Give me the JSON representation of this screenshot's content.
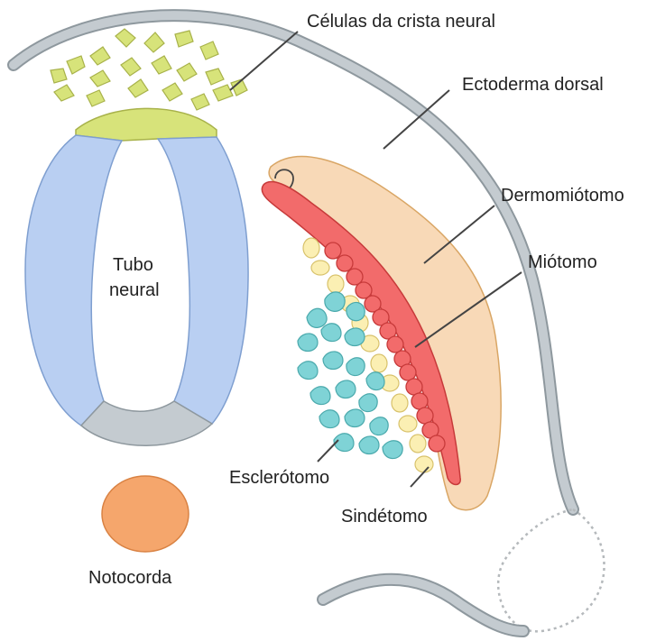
{
  "labels": {
    "neural_crest": "Células da crista neural",
    "dorsal_ectoderm": "Ectoderma dorsal",
    "dermomyotome": "Dermomiótomo",
    "myotome": "Miótomo",
    "neural_tube_line1": "Tubo",
    "neural_tube_line2": "neural",
    "sclerotome": "Esclerótomo",
    "syndetome": "Sindétomo",
    "notochord": "Notocorda"
  },
  "colors": {
    "ectoderm": "#c4cbd0",
    "ectoderm_stroke": "#8e989e",
    "neural_crest": "#d7e37a",
    "neural_crest_stroke": "#a8b24a",
    "neural_tube": "#b9cff2",
    "neural_tube_stroke": "#7f9fd0",
    "floor_plate": "#c4cbd0",
    "dermomyotome": "#f8d9b7",
    "dermomyotome_stroke": "#d9a665",
    "myotome": "#f26b6b",
    "myotome_stroke": "#c73a3a",
    "sclerotome": "#7fd3d6",
    "sclerotome_stroke": "#4aa9ac",
    "syndetome": "#fbefb3",
    "syndetome_stroke": "#d8c26b",
    "notochord": "#f5a66c",
    "notochord_stroke": "#d98243",
    "leader_lines": "#444444"
  }
}
